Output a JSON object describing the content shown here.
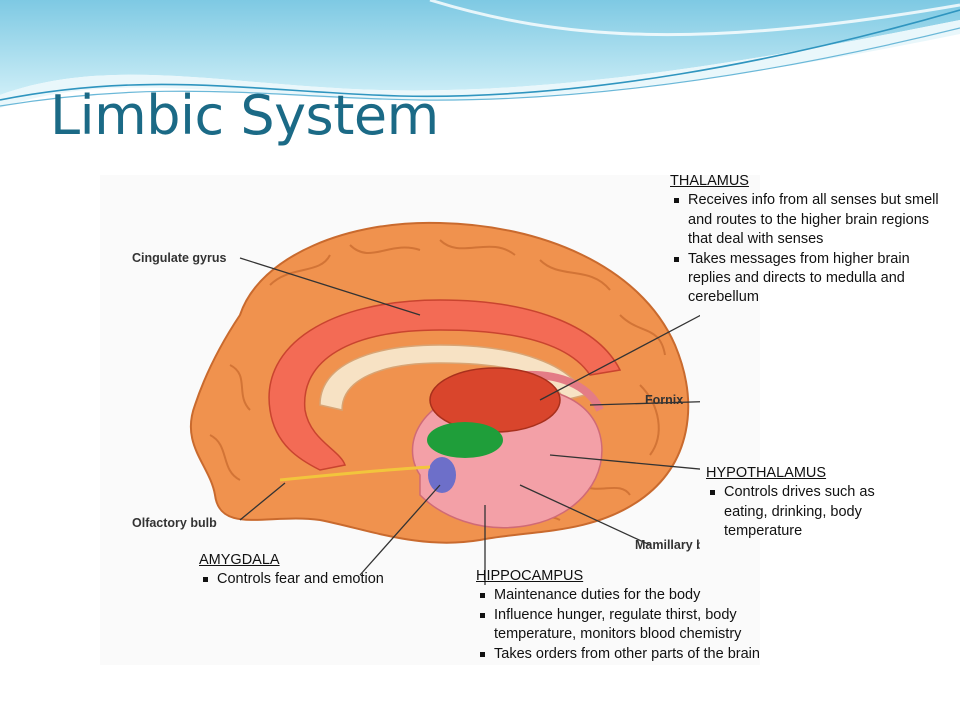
{
  "title": "Limbic System",
  "diagram_labels": {
    "cingulate": "Cingulate gyrus",
    "fornix": "Fornix",
    "olfactory": "Olfactory bulb",
    "mamillary": "Mamillary body"
  },
  "callouts": {
    "thalamus": {
      "heading": "THALAMUS",
      "items": [
        "Receives info from all senses but smell and routes to the higher brain regions that deal with senses",
        "Takes messages from higher brain replies and directs to medulla and cerebellum"
      ]
    },
    "hypothalamus": {
      "heading": "HYPOTHALAMUS",
      "items": [
        "Controls drives such as eating, drinking, body temperature"
      ]
    },
    "amygdala": {
      "heading": "AMYGDALA",
      "items": [
        "Controls fear and emotion"
      ]
    },
    "hippocampus": {
      "heading": "HIPPOCAMPUS",
      "items": [
        "Maintenance duties for the body",
        "Influence hunger, regulate thirst, body temperature, monitors blood chemistry",
        "Takes orders from other parts of the brain"
      ]
    }
  },
  "colors": {
    "title": "#1b6a86",
    "cortex": "#f0924e",
    "cingulate": "#f36b55",
    "thalamus": "#d9452c",
    "hippocampus": "#f3a0a7",
    "hypothalamus_green": "#1f9e3a",
    "amygdala": "#6d6fc9"
  }
}
